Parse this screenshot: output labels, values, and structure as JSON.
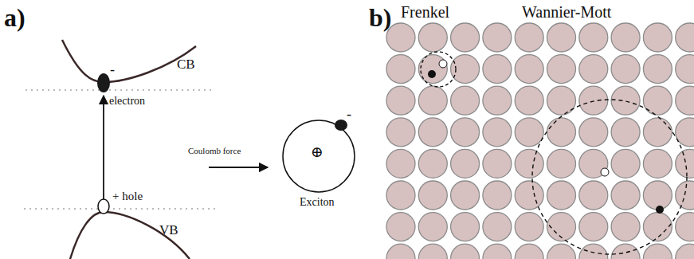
{
  "diagram": {
    "labels": [
      "a)",
      "CB",
      "-",
      "electron",
      "+ hole",
      "VB",
      "Coulomb force",
      "Exciton",
      "⊕",
      "-",
      "b)",
      "Frenkel",
      "Wannier-Mott"
    ]
  }
}
